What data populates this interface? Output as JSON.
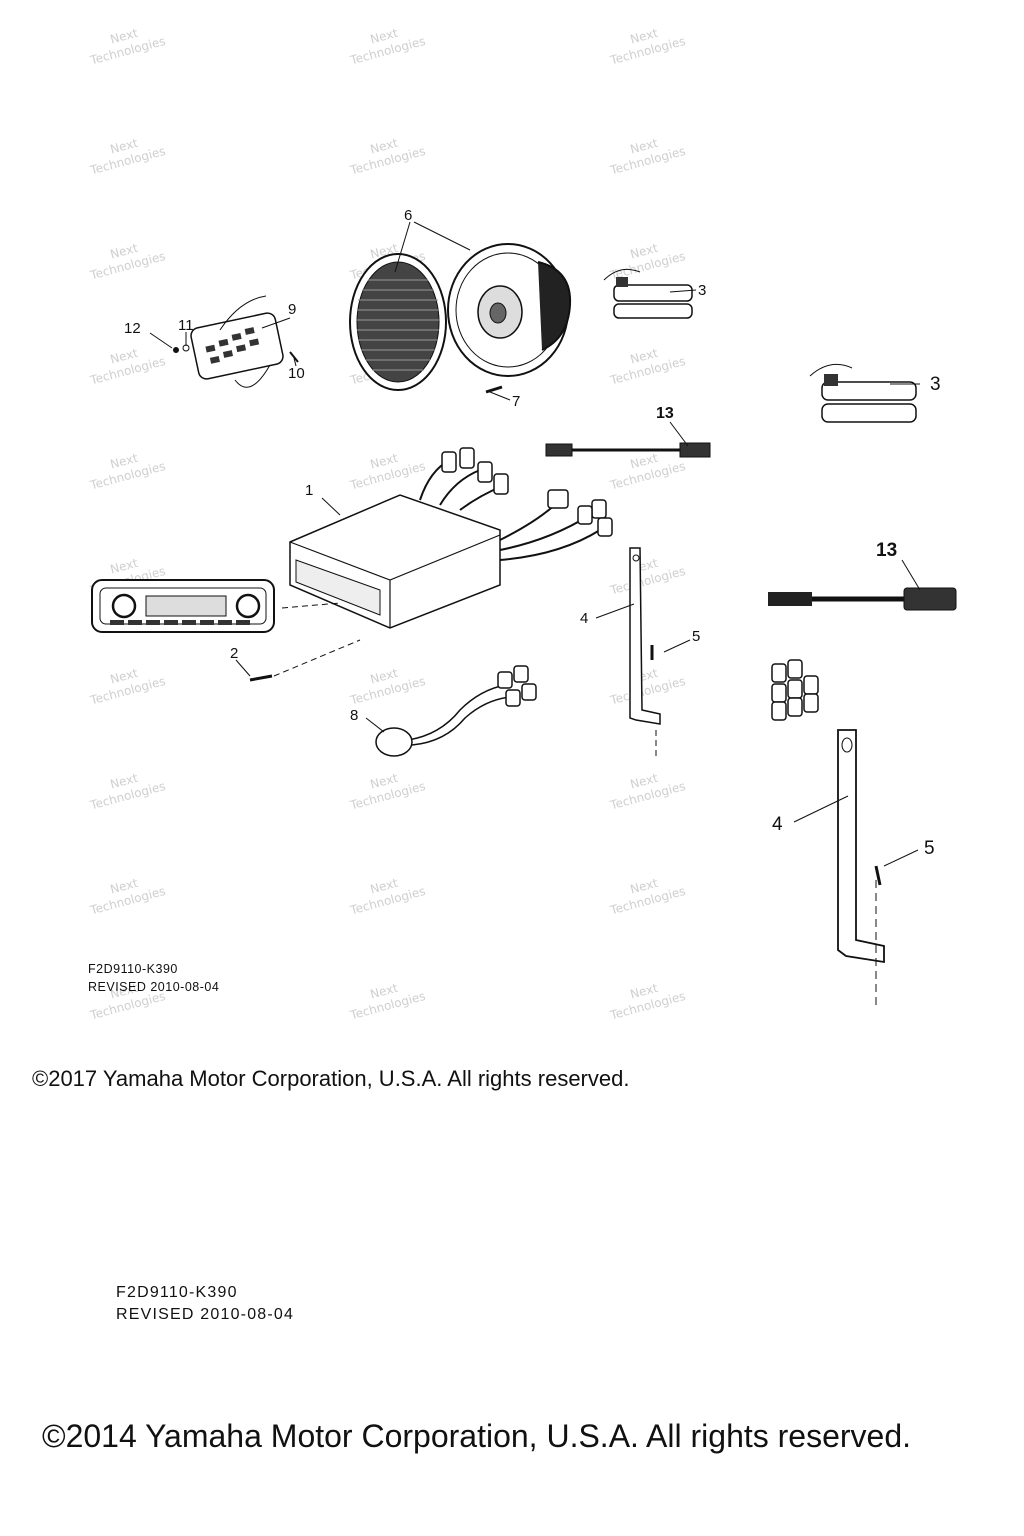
{
  "callouts": {
    "c1": "1",
    "c2": "2",
    "c3": "3",
    "c4": "4",
    "c5": "5",
    "c6": "6",
    "c7": "7",
    "c8": "8",
    "c9": "9",
    "c10": "10",
    "c11": "11",
    "c12": "12",
    "c13": "13"
  },
  "footer": {
    "ref_code": "F2D9110-K390",
    "revised": "REVISED 2010-08-04",
    "copyright_2017": "©2017 Yamaha Motor Corporation, U.S.A. All rights reserved.",
    "copyright_2014": "©2014 Yamaha Motor Corporation, U.S.A. All rights reserved."
  },
  "watermark": {
    "line1": "Next",
    "line2": "Technologies"
  },
  "colors": {
    "ink": "#111111",
    "watermark": "#cfcfcf",
    "background": "#ffffff"
  }
}
